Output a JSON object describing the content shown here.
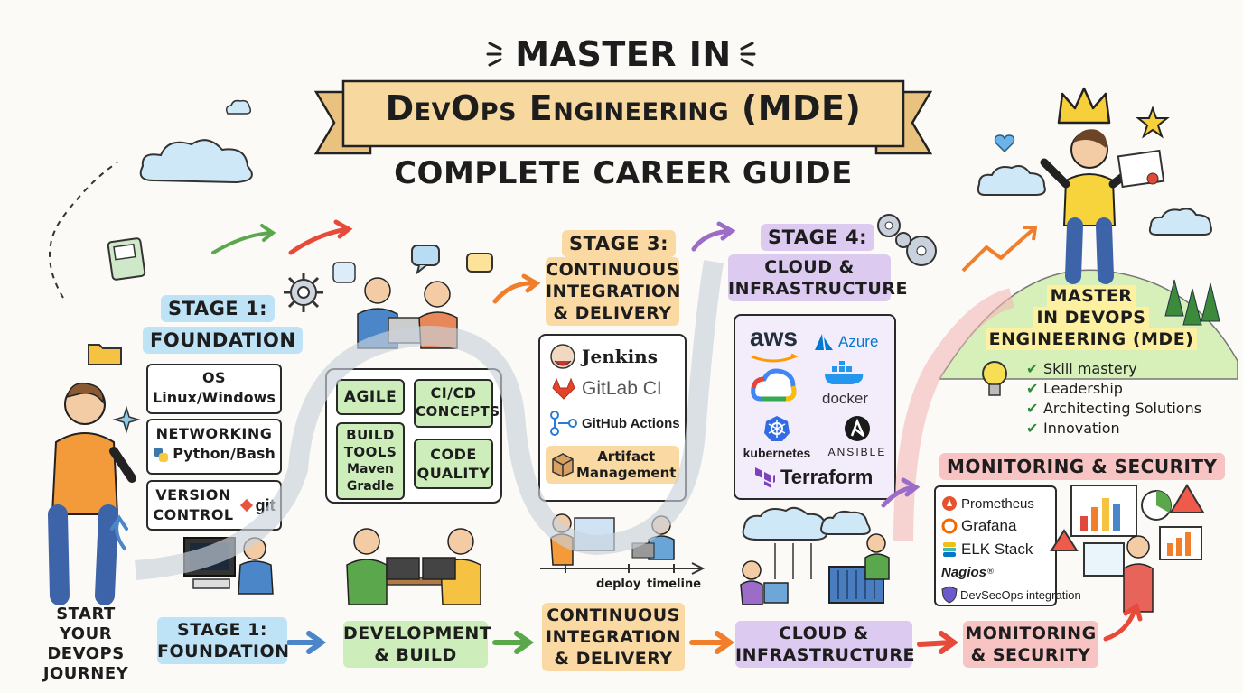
{
  "header": {
    "line1": "MASTER IN",
    "banner": "DevOps Engineering (MDE)",
    "line3": "COMPLETE CAREER GUIDE"
  },
  "start": {
    "lines": [
      "START YOUR",
      "DEVOPS",
      "JOURNEY"
    ]
  },
  "stage1": {
    "title_a": "STAGE 1:",
    "title_b": "FOUNDATION",
    "items": [
      {
        "l1": "OS",
        "l2": "Linux/Windows"
      },
      {
        "l1": "NETWORKING",
        "l2": "Python/Bash"
      },
      {
        "l1": "VERSION",
        "l2": "CONTROL",
        "tag": "git"
      }
    ]
  },
  "stage2": {
    "cells": [
      {
        "lines": [
          "AGILE"
        ]
      },
      {
        "lines": [
          "CI/CD",
          "CONCEPTS"
        ]
      },
      {
        "lines": [
          "BUILD",
          "TOOLS",
          "Maven",
          "Gradle"
        ]
      },
      {
        "lines": [
          "CODE",
          "QUALITY"
        ]
      }
    ]
  },
  "stage3": {
    "title_a": "STAGE 3:",
    "title_b": [
      "CONTINUOUS",
      "INTEGRATION",
      "& DELIVERY"
    ],
    "tools": [
      "Jenkins",
      "GitLab CI",
      "GitHub Actions"
    ],
    "artifact": [
      "Artifact",
      "Management"
    ],
    "timeline": {
      "deploy": "deploy",
      "timeline": "timeline"
    }
  },
  "stage4": {
    "title_a": "STAGE 4:",
    "title_b": [
      "CLOUD &",
      "INFRASTRUCTURE"
    ],
    "tools": {
      "aws": "aws",
      "azure": "Azure",
      "docker": "docker",
      "k8s": "kubernetes",
      "ansible": "ANSIBLE",
      "terraform": "Terraform"
    }
  },
  "master": {
    "title": [
      "MASTER",
      "IN DEVOPS",
      "ENGINEERING (MDE)"
    ],
    "checks": [
      "Skill mastery",
      "Leadership",
      "Architecting Solutions",
      "Innovation"
    ]
  },
  "monitoring": {
    "title": "MONITORING & SECURITY",
    "tools": [
      "Prometheus",
      "Grafana",
      "ELK Stack",
      "Nagios",
      "DevSecOps integration"
    ],
    "nagios_mark": "®"
  },
  "bottom_flow": [
    {
      "lines": [
        "STAGE 1:",
        "FOUNDATION"
      ]
    },
    {
      "lines": [
        "DEVELOPMENT",
        "& BUILD"
      ]
    },
    {
      "lines": [
        "CONTINUOUS",
        "INTEGRATION",
        "& DELIVERY"
      ]
    },
    {
      "lines": [
        "CLOUD &",
        "INFRASTRUCTURE"
      ]
    },
    {
      "lines": [
        "MONITORING",
        "& SECURITY"
      ]
    }
  ],
  "colors": {
    "blue": "#bfe3f6",
    "green": "#cdeebb",
    "orange": "#fbd9a3",
    "purple": "#dccaf0",
    "red": "#f7c3c3",
    "yellow": "#fdf0a0",
    "banner": "#f7d9a0"
  }
}
